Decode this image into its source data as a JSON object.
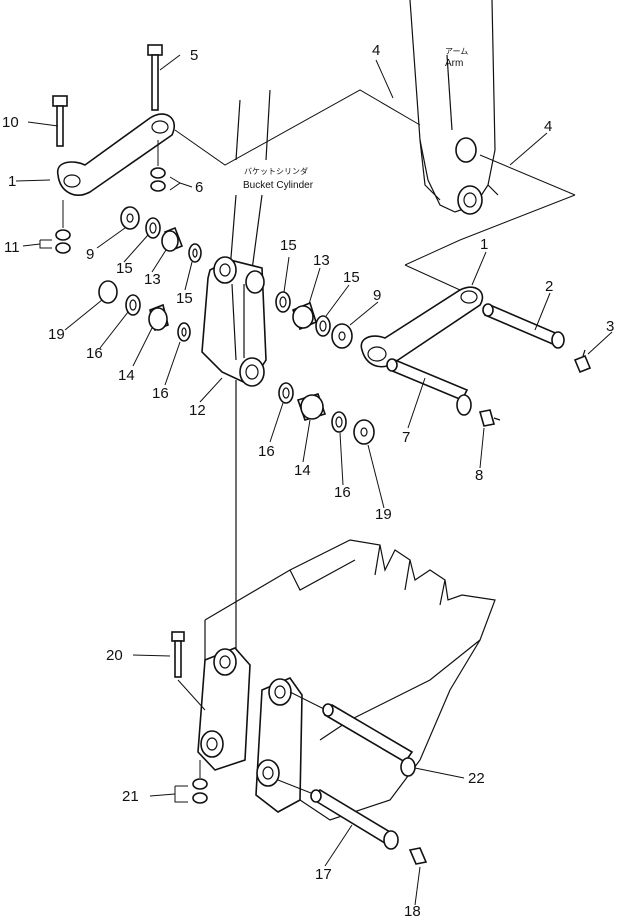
{
  "labels": {
    "arm_jp": "アーム",
    "arm_en": "Arm",
    "bucket_cylinder_jp": "バケットシリンダ",
    "bucket_cylinder_en": "Bucket Cylinder"
  },
  "callouts": {
    "c1a": "1",
    "c1b": "1",
    "c2": "2",
    "c3": "3",
    "c4a": "4",
    "c4b": "4",
    "c5": "5",
    "c6": "6",
    "c7": "7",
    "c8": "8",
    "c9a": "9",
    "c9b": "9",
    "c10": "10",
    "c11": "11",
    "c12": "12",
    "c13a": "13",
    "c13b": "13",
    "c14a": "14",
    "c14b": "14",
    "c15a": "15",
    "c15b": "15",
    "c15c": "15",
    "c15d": "15",
    "c16a": "16",
    "c16b": "16",
    "c16c": "16",
    "c16d": "16",
    "c17": "17",
    "c18": "18",
    "c19a": "19",
    "c19b": "19",
    "c20": "20",
    "c21": "21",
    "c22": "22"
  },
  "colors": {
    "line": "#111111",
    "background": "#ffffff"
  }
}
